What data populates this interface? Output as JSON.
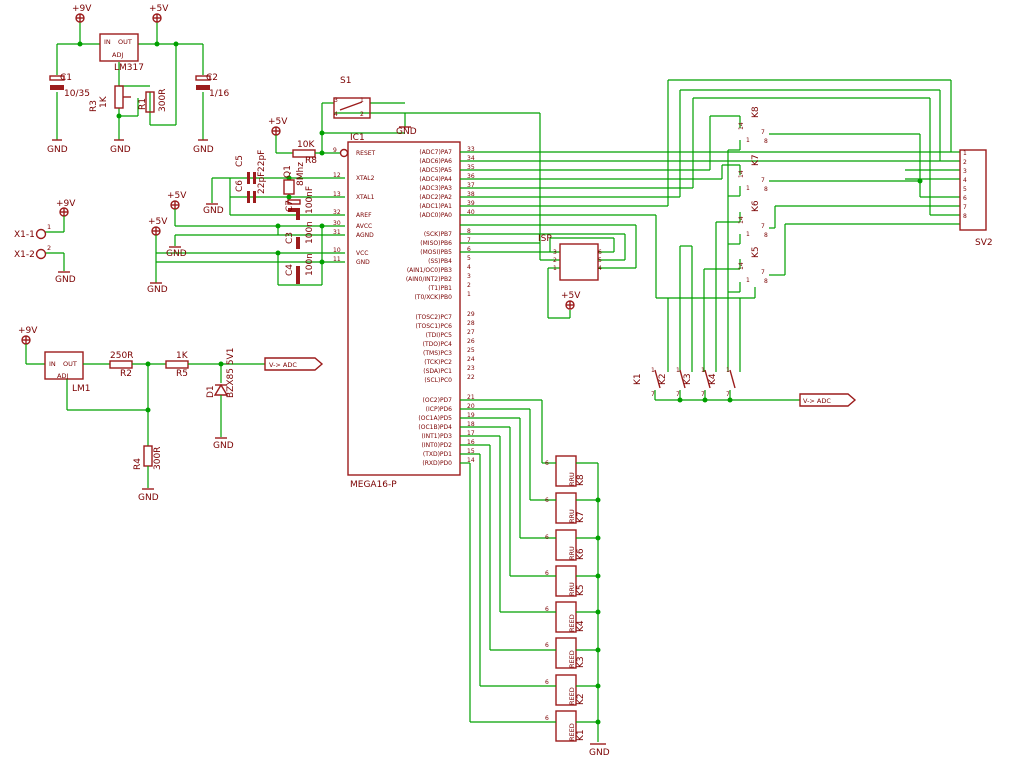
{
  "power_labels": {
    "vcc9_a": "+9V",
    "vcc5_a": "+5V",
    "vcc5_b": "+5V",
    "vcc9_b": "+9V",
    "vcc5_c": "+5V",
    "vcc5_d": "+5V",
    "vcc9_c": "+9V",
    "vcc5_e": "+5V"
  },
  "gnd_label": "GND",
  "regulators": {
    "top": {
      "name": "LM317",
      "in": "IN",
      "out": "OUT",
      "adj": "ADJ"
    },
    "bottom": {
      "name": "LM1",
      "in": "IN",
      "out": "OUT",
      "adj": "ADJ"
    }
  },
  "components": {
    "c1": "C1",
    "c1_val": "10/35",
    "c2": "C2",
    "c2_val": "1/16",
    "r3": "R3",
    "r3_val": "1K",
    "r1": "R1",
    "r1_val": "300R",
    "r8": "R8",
    "r8_val": "10K",
    "c5": "C5",
    "c5_val": "22pF",
    "c6": "C6",
    "c6_val": "22pF",
    "q1": "Q1",
    "q1_val": "8Mhz",
    "c7": "C7",
    "c7_val": "100nF",
    "c3": "C3",
    "c3_val": "100n",
    "c4": "C4",
    "c4_val": "100n",
    "s1": "S1",
    "r2": "R2",
    "r2_val": "250R",
    "r5": "R5",
    "r5_val": "1K",
    "r4": "R4",
    "r4_val": "300R",
    "d1": "D1",
    "d1_val": "BZX85 5V1",
    "x1_1": "X1-1",
    "x1_2": "X1-2",
    "isp": "ISP",
    "sv2": "SV2"
  },
  "adc_label": "V-> ADC",
  "mcu": {
    "ref": "IC1",
    "name": "MEGA16-P",
    "left_pins": [
      "RESET",
      "XTAL2",
      "XTAL1",
      "AREF",
      "AVCC",
      "AGND",
      "VCC",
      "GND"
    ],
    "left_nums": [
      "9",
      "12",
      "13",
      "32",
      "30",
      "31",
      "10",
      "11"
    ],
    "right_pins": [
      "(ADC7)PA7",
      "(ADC6)PA6",
      "(ADC5)PA5",
      "(ADC4)PA4",
      "(ADC3)PA3",
      "(ADC2)PA2",
      "(ADC1)PA1",
      "(ADC0)PA0",
      "(SCK)PB7",
      "(MISO)PB6",
      "(MOSI)PB5",
      "(SS)PB4",
      "(AIN1/OC0)PB3",
      "(AIN0/INT2)PB2",
      "(T1)PB1",
      "(T0/XCK)PB0",
      "(TOSC2)PC7",
      "(TOSC1)PC6",
      "(TDI)PC5",
      "(TDO)PC4",
      "(TMS)PC3",
      "(TCK)PC2",
      "(SDA)PC1",
      "(SCL)PC0",
      "(OC2)PD7",
      "(ICP)PD6",
      "(OC1A)PD5",
      "(OC1B)PD4",
      "(INT1)PD3",
      "(INT0)PD2",
      "(TXD)PD1",
      "(RXD)PD0"
    ],
    "right_nums": [
      "33",
      "34",
      "35",
      "36",
      "37",
      "38",
      "39",
      "40",
      "8",
      "7",
      "6",
      "5",
      "4",
      "3",
      "2",
      "1",
      "29",
      "28",
      "27",
      "26",
      "25",
      "24",
      "23",
      "22",
      "21",
      "20",
      "19",
      "18",
      "17",
      "16",
      "15",
      "14"
    ]
  },
  "relay_k5_8": [
    "K8",
    "K7",
    "K6",
    "K5"
  ],
  "switch_k1_4": [
    "K1",
    "K2",
    "K3",
    "K4"
  ],
  "relays_bottom": [
    {
      "ref": "K8",
      "type": "RRU"
    },
    {
      "ref": "K7",
      "type": "RRU"
    },
    {
      "ref": "K6",
      "type": "RRU"
    },
    {
      "ref": "K5",
      "type": "RRU"
    },
    {
      "ref": "K4",
      "type": "REED"
    },
    {
      "ref": "K3",
      "type": "REED"
    },
    {
      "ref": "K2",
      "type": "REED"
    },
    {
      "ref": "K1",
      "type": "REED"
    }
  ],
  "pin_numbers": {
    "relay_a": "6",
    "relay_b": "8",
    "relay_c": "1",
    "relay_d": "14",
    "relay_e": "7",
    "sw_a": "7",
    "sw_b": "1",
    "x_pin1": "1",
    "x_pin2": "2",
    "s1_a": "3",
    "s1_b": "1",
    "s1_c": "4",
    "s1_d": "2",
    "isp": [
      "6",
      "5",
      "4",
      "3",
      "2",
      "1"
    ],
    "sv2": [
      "1",
      "2",
      "3",
      "4",
      "5",
      "6",
      "7",
      "8"
    ]
  }
}
